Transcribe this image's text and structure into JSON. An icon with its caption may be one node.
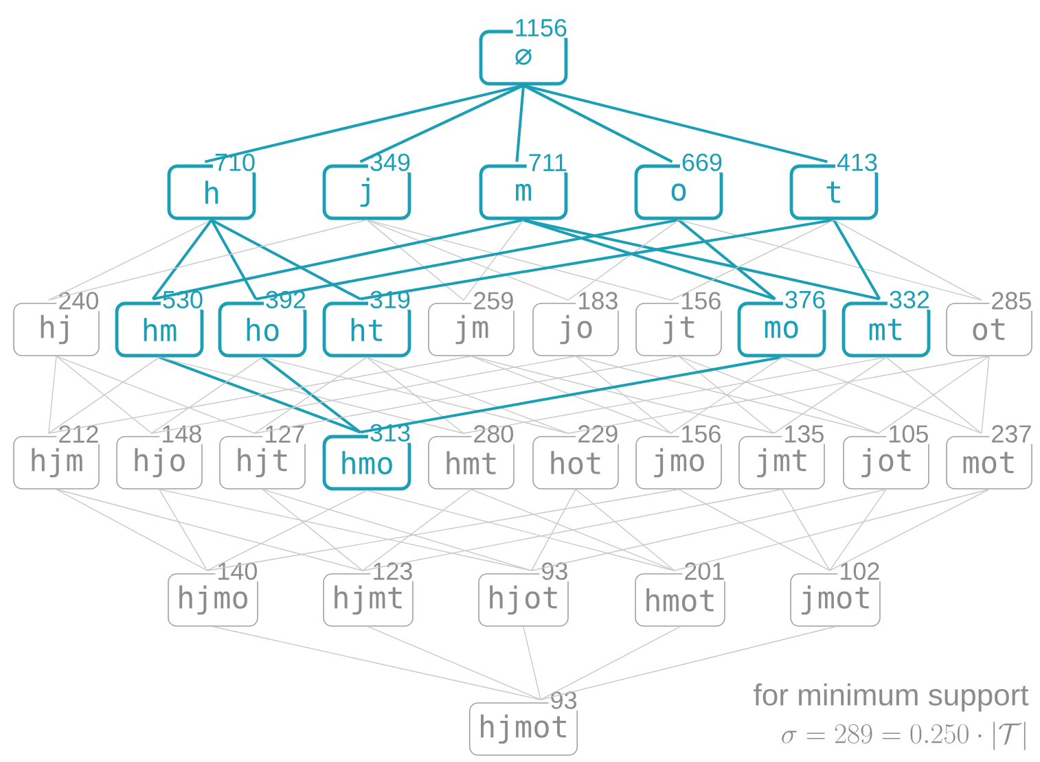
{
  "diagram": {
    "nodes": [
      {
        "text": [
          "1156",
          "∅"
        ]
      },
      {
        "text": [
          "710",
          "h"
        ]
      },
      {
        "text": [
          "349",
          "j"
        ]
      },
      {
        "text": [
          "711",
          "m"
        ]
      },
      {
        "text": [
          "669",
          "o"
        ]
      },
      {
        "text": [
          "413",
          "t"
        ]
      },
      {
        "text": [
          "240",
          "hj"
        ]
      },
      {
        "text": [
          "530",
          "hm"
        ]
      },
      {
        "text": [
          "392",
          "ho"
        ]
      },
      {
        "text": [
          "319",
          "ht"
        ]
      },
      {
        "text": [
          "259",
          "jm"
        ]
      },
      {
        "text": [
          "183",
          "jo"
        ]
      },
      {
        "text": [
          "156",
          "jt"
        ]
      },
      {
        "text": [
          "376",
          "mo"
        ]
      },
      {
        "text": [
          "332",
          "mt"
        ]
      },
      {
        "text": [
          "285",
          "ot"
        ]
      },
      {
        "text": [
          "212",
          "hjm"
        ]
      },
      {
        "text": [
          "148",
          "hjo"
        ]
      },
      {
        "text": [
          "127",
          "hjt"
        ]
      },
      {
        "text": [
          "313",
          "hmo"
        ]
      },
      {
        "text": [
          "280",
          "hmt"
        ]
      },
      {
        "text": [
          "229",
          "hot"
        ]
      },
      {
        "text": [
          "156",
          "jmo"
        ]
      },
      {
        "text": [
          "135",
          "jmt"
        ]
      },
      {
        "text": [
          "105",
          "jot"
        ]
      },
      {
        "text": [
          "237",
          "mot"
        ]
      },
      {
        "text": [
          "140",
          "hjmo"
        ]
      },
      {
        "text": [
          "123",
          "hjmt"
        ]
      },
      {
        "text": [
          "93",
          "hjot"
        ]
      },
      {
        "text": [
          "201",
          "hmot"
        ]
      },
      {
        "text": [
          "102",
          "jmot"
        ]
      },
      {
        "text": [
          "93",
          "hjmot"
        ]
      }
    ],
    "edges": [
      {
        "from": 0,
        "to": 1,
        "arrow": "none",
        "color": "#1a9fb5"
      },
      {
        "from": 0,
        "to": 2,
        "arrow": "none",
        "color": "#1a9fb5"
      },
      {
        "from": 0,
        "to": 3,
        "arrow": "none",
        "color": "#1a9fb5"
      },
      {
        "from": 0,
        "to": 4,
        "arrow": "none",
        "color": "#1a9fb5"
      },
      {
        "from": 0,
        "to": 5,
        "arrow": "none",
        "color": "#1a9fb5"
      },
      {
        "from": 1,
        "to": 6,
        "arrow": "none"
      },
      {
        "from": 1,
        "to": 7,
        "arrow": "none",
        "color": "#1a9fb5"
      },
      {
        "from": 1,
        "to": 8,
        "arrow": "none",
        "color": "#1a9fb5"
      },
      {
        "from": 1,
        "to": 9,
        "arrow": "none",
        "color": "#1a9fb5"
      },
      {
        "from": 2,
        "to": 6,
        "arrow": "none"
      },
      {
        "from": 2,
        "to": 10,
        "arrow": "none"
      },
      {
        "from": 2,
        "to": 11,
        "arrow": "none"
      },
      {
        "from": 2,
        "to": 12,
        "arrow": "none"
      },
      {
        "from": 3,
        "to": 7,
        "arrow": "none",
        "color": "#1a9fb5"
      },
      {
        "from": 3,
        "to": 10,
        "arrow": "none"
      },
      {
        "from": 3,
        "to": 13,
        "arrow": "none",
        "color": "#1a9fb5"
      },
      {
        "from": 3,
        "to": 14,
        "arrow": "none",
        "color": "#1a9fb5"
      },
      {
        "from": 4,
        "to": 8,
        "arrow": "none",
        "color": "#1a9fb5"
      },
      {
        "from": 4,
        "to": 11,
        "arrow": "none"
      },
      {
        "from": 4,
        "to": 13,
        "arrow": "none",
        "color": "#1a9fb5"
      },
      {
        "from": 4,
        "to": 15,
        "arrow": "none"
      },
      {
        "from": 5,
        "to": 9,
        "arrow": "none",
        "color": "#1a9fb5"
      },
      {
        "from": 5,
        "to": 12,
        "arrow": "none"
      },
      {
        "from": 5,
        "to": 14,
        "arrow": "none",
        "color": "#1a9fb5"
      },
      {
        "from": 5,
        "to": 15,
        "arrow": "none"
      },
      {
        "from": 6,
        "to": 16,
        "arrow": "none"
      },
      {
        "from": 6,
        "to": 17,
        "arrow": "none"
      },
      {
        "from": 6,
        "to": 18,
        "arrow": "none"
      },
      {
        "from": 7,
        "to": 16,
        "arrow": "none"
      },
      {
        "from": 7,
        "to": 19,
        "arrow": "none",
        "color": "#1a9fb5"
      },
      {
        "from": 7,
        "to": 20,
        "arrow": "none"
      },
      {
        "from": 8,
        "to": 17,
        "arrow": "none"
      },
      {
        "from": 8,
        "to": 19,
        "arrow": "none",
        "color": "#1a9fb5"
      },
      {
        "from": 8,
        "to": 21,
        "arrow": "none"
      },
      {
        "from": 9,
        "to": 18,
        "arrow": "none"
      },
      {
        "from": 9,
        "to": 20,
        "arrow": "none"
      },
      {
        "from": 9,
        "to": 21,
        "arrow": "none"
      },
      {
        "from": 10,
        "to": 16,
        "arrow": "none"
      },
      {
        "from": 10,
        "to": 22,
        "arrow": "none"
      },
      {
        "from": 10,
        "to": 23,
        "arrow": "none"
      },
      {
        "from": 11,
        "to": 17,
        "arrow": "none"
      },
      {
        "from": 11,
        "to": 22,
        "arrow": "none"
      },
      {
        "from": 11,
        "to": 24,
        "arrow": "none"
      },
      {
        "from": 12,
        "to": 18,
        "arrow": "none"
      },
      {
        "from": 12,
        "to": 23,
        "arrow": "none"
      },
      {
        "from": 12,
        "to": 24,
        "arrow": "none"
      },
      {
        "from": 13,
        "to": 19,
        "arrow": "none",
        "color": "#1a9fb5"
      },
      {
        "from": 13,
        "to": 22,
        "arrow": "none"
      },
      {
        "from": 13,
        "to": 25,
        "arrow": "none"
      },
      {
        "from": 14,
        "to": 20,
        "arrow": "none"
      },
      {
        "from": 14,
        "to": 23,
        "arrow": "none"
      },
      {
        "from": 14,
        "to": 25,
        "arrow": "none"
      },
      {
        "from": 15,
        "to": 21,
        "arrow": "none"
      },
      {
        "from": 15,
        "to": 24,
        "arrow": "none"
      },
      {
        "from": 15,
        "to": 25,
        "arrow": "none"
      },
      {
        "from": 16,
        "to": 26,
        "arrow": "none"
      },
      {
        "from": 16,
        "to": 27,
        "arrow": "none"
      },
      {
        "from": 17,
        "to": 26,
        "arrow": "none"
      },
      {
        "from": 17,
        "to": 28,
        "arrow": "none"
      },
      {
        "from": 18,
        "to": 27,
        "arrow": "none"
      },
      {
        "from": 18,
        "to": 28,
        "arrow": "none"
      },
      {
        "from": 19,
        "to": 26,
        "arrow": "none"
      },
      {
        "from": 19,
        "to": 29,
        "arrow": "none"
      },
      {
        "from": 20,
        "to": 27,
        "arrow": "none"
      },
      {
        "from": 20,
        "to": 29,
        "arrow": "none"
      },
      {
        "from": 21,
        "to": 28,
        "arrow": "none"
      },
      {
        "from": 21,
        "to": 29,
        "arrow": "none"
      },
      {
        "from": 22,
        "to": 26,
        "arrow": "none"
      },
      {
        "from": 22,
        "to": 30,
        "arrow": "none"
      },
      {
        "from": 23,
        "to": 27,
        "arrow": "none"
      },
      {
        "from": 23,
        "to": 30,
        "arrow": "none"
      },
      {
        "from": 24,
        "to": 28,
        "arrow": "none"
      },
      {
        "from": 24,
        "to": 30,
        "arrow": "none"
      },
      {
        "from": 25,
        "to": 29,
        "arrow": "none"
      },
      {
        "from": 25,
        "to": 30,
        "arrow": "none"
      },
      {
        "from": 26,
        "to": 31,
        "arrow": "none"
      },
      {
        "from": 27,
        "to": 31,
        "arrow": "none"
      },
      {
        "from": 28,
        "to": 31,
        "arrow": "none"
      },
      {
        "from": 29,
        "to": 31,
        "arrow": "none"
      },
      {
        "from": 30,
        "to": 31,
        "arrow": "none"
      }
    ],
    "labels": [
      "for minimum support",
      "\\sigma = 289 = 0.250\\cdot|\\mathcal{T}|"
    ]
  }
}
